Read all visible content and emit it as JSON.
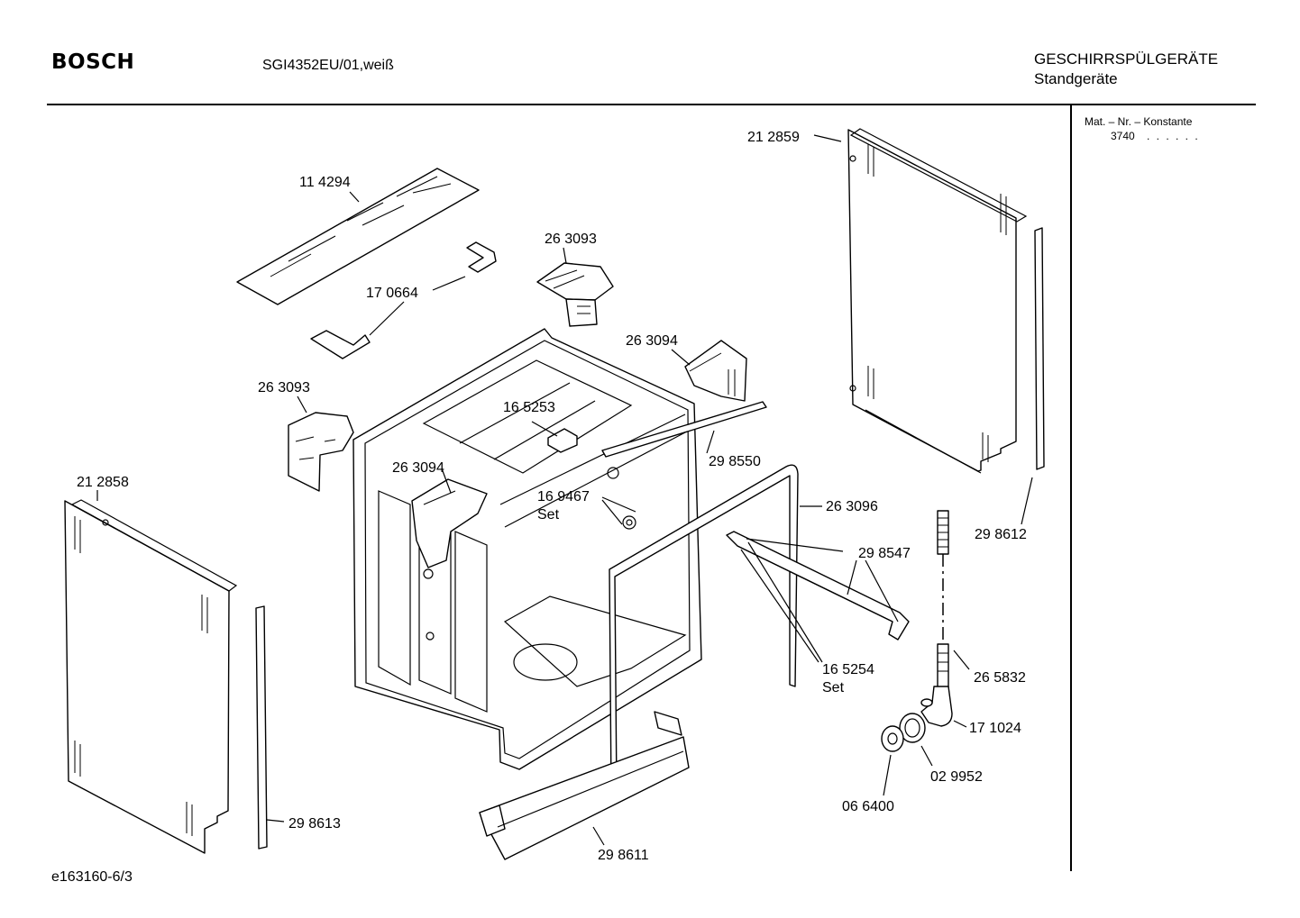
{
  "header": {
    "brand": "BOSCH",
    "model": "SGI4352EU/01,weiß",
    "category_line1": "GESCHIRRSPÜLGERÄTE",
    "category_line2": "Standgeräte"
  },
  "side_panel": {
    "mat_label": "Mat. – Nr. – Konstante",
    "mat_value": "3740",
    "mat_dots": ". .   . . . ."
  },
  "footer": {
    "doc_id": "e163160-6/3"
  },
  "parts": [
    {
      "id": "p0",
      "label": "21 2859"
    },
    {
      "id": "p1",
      "label": "11 4294"
    },
    {
      "id": "p2",
      "label": "26 3093"
    },
    {
      "id": "p3",
      "label": "17 0664"
    },
    {
      "id": "p4",
      "label": "26 3094"
    },
    {
      "id": "p5",
      "label": "26 3093"
    },
    {
      "id": "p6",
      "label": "16 5253"
    },
    {
      "id": "p7",
      "label": "29 8550"
    },
    {
      "id": "p8",
      "label": "26 3094"
    },
    {
      "id": "p9",
      "label": "21 2858"
    },
    {
      "id": "p10",
      "label": "16 9467"
    },
    {
      "id": "p11",
      "label": "Set"
    },
    {
      "id": "p12",
      "label": "26 3096"
    },
    {
      "id": "p13",
      "label": "29 8612"
    },
    {
      "id": "p14",
      "label": "29 8547"
    },
    {
      "id": "p15",
      "label": "16 5254"
    },
    {
      "id": "p16",
      "label": "Set"
    },
    {
      "id": "p17",
      "label": "26 5832"
    },
    {
      "id": "p18",
      "label": "17 1024"
    },
    {
      "id": "p19",
      "label": "02 9952"
    },
    {
      "id": "p20",
      "label": "06 6400"
    },
    {
      "id": "p21",
      "label": "29 8613"
    },
    {
      "id": "p22",
      "label": "29 8611"
    }
  ]
}
